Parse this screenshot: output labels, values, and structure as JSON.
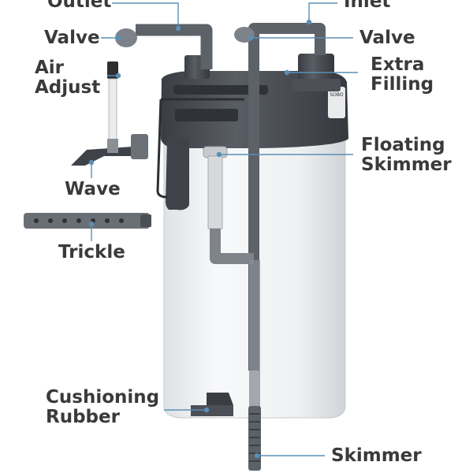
{
  "labels": {
    "outlet": "Outlet",
    "inlet": "Inlet",
    "valve_left": "Valve",
    "valve_right": "Valve",
    "air_adjust": [
      "Air",
      "Adjust"
    ],
    "extra_filling": [
      "Extra",
      "Filling"
    ],
    "floating_skimmer": [
      "Floating",
      "Skimmer"
    ],
    "wave": "Wave",
    "trickle": "Trickle",
    "cushioning_rubber": [
      "Cushioning",
      "Rubber"
    ],
    "skimmer": "Skimmer"
  },
  "colors": {
    "label_text": "#3a3a3a",
    "leader_line": "#5b8fb4",
    "canister_body": "#f1f3f4",
    "pump_head": "#4a4e55",
    "pipe": "#5d6168",
    "background": "#ffffff"
  }
}
